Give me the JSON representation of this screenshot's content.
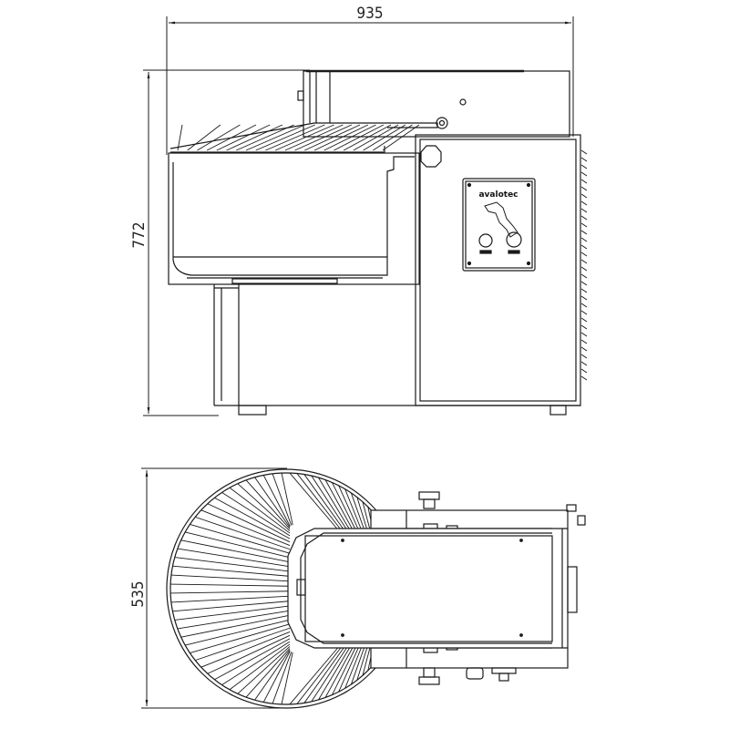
{
  "drawing": {
    "front_view": {
      "width_dimension": "935",
      "height_dimension": "772",
      "nameplate_brand": "avalotec"
    },
    "top_view": {
      "depth_dimension": "535"
    },
    "line_color": "#1a1a1a"
  }
}
